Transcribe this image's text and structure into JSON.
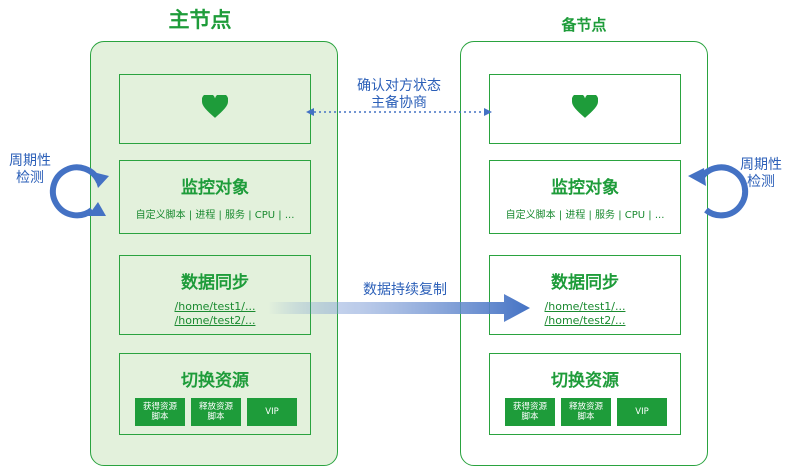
{
  "primary": {
    "title": "主节点",
    "monitor": {
      "title": "监控对象",
      "items": "自定义脚本 | 进程 | 服务 | CPU | ..."
    },
    "sync": {
      "title": "数据同步",
      "paths": [
        "/home/test1/...",
        "/home/test2/..."
      ]
    },
    "switch": {
      "title": "切换资源",
      "buttons": [
        "获得资源\n脚本",
        "释放资源\n脚本",
        "VIP"
      ]
    }
  },
  "standby": {
    "title": "备节点",
    "monitor": {
      "title": "监控对象",
      "items": "自定义脚本 | 进程 | 服务 | CPU | ..."
    },
    "sync": {
      "title": "数据同步",
      "paths": [
        "/home/test1/...",
        "/home/test2/..."
      ]
    },
    "switch": {
      "title": "切换资源",
      "buttons": [
        "获得资源\n脚本",
        "释放资源\n脚本",
        "VIP"
      ]
    }
  },
  "heartbeat_label": [
    "确认对方状态",
    "主备协商"
  ],
  "sync_label": "数据持续复制",
  "cycle_label_left": [
    "周期性",
    "检测"
  ],
  "cycle_label_right": [
    "周期性",
    "检测"
  ],
  "colors": {
    "green": "#1e9c3a",
    "light_green": "#e3f1dc",
    "blue": "#4472c4"
  },
  "icons": {
    "heartbeat": "heart-icon",
    "cycle": "cycle-arrow-icon",
    "sync": "arrow-right-icon"
  }
}
